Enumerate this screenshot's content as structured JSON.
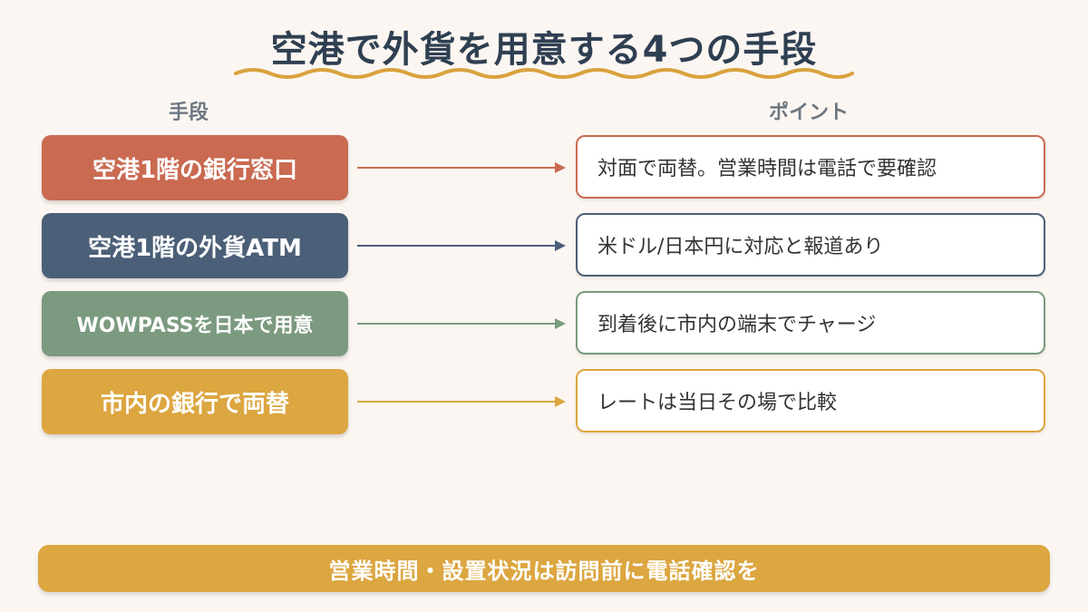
{
  "title": "空港で外貨を用意する4つの手段",
  "headers": {
    "method": "手段",
    "point": "ポイント"
  },
  "rows": [
    {
      "method": "空港1階の銀行窓口",
      "point": "対面で両替。営業時間は電話で要確認",
      "color": "#c96a51"
    },
    {
      "method": "空港1階の外貨ATM",
      "point": "米ドル/日本円に対応と報道あり",
      "color": "#4b5f78"
    },
    {
      "method": "WOWPASSを日本で用意",
      "point": "到着後に市内の端末でチャージ",
      "color": "#7b9a7f"
    },
    {
      "method": "市内の銀行で両替",
      "point": "レートは当日その場で比較",
      "color": "#dca640"
    }
  ],
  "footer": "営業時間・設置状況は訪問前に電話確認を",
  "colors": {
    "background": "#fbf6f1",
    "title": "#2f3f52",
    "underline": "#d9a23d",
    "footer": "#dca640"
  }
}
